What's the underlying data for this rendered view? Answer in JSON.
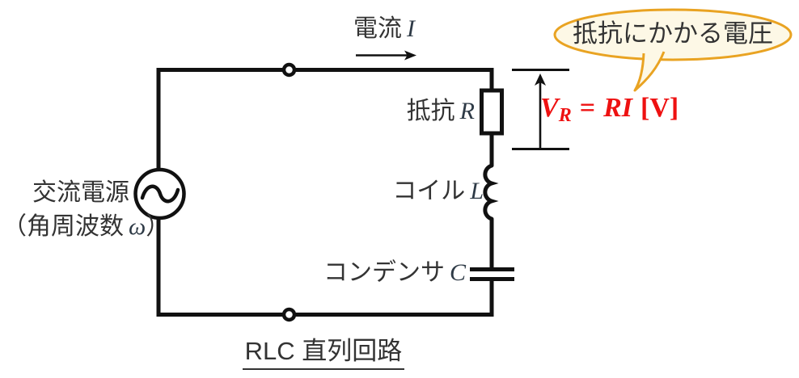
{
  "diagram": {
    "title": "RLC 直列回路",
    "current_label": {
      "text": "電流",
      "symbol": "I"
    },
    "resistor_label": {
      "text": "抵抗",
      "symbol": "R"
    },
    "inductor_label": {
      "text": "コイル",
      "symbol": "L"
    },
    "capacitor_label": {
      "text": "コンデンサ",
      "symbol": "C"
    },
    "source_label": {
      "line1": "交流電源",
      "line2_prefix": "（角周波数",
      "line2_symbol": "ω",
      "line2_suffix": "）"
    },
    "callout": {
      "text": "抵抗にかかる電圧"
    },
    "formula": {
      "var": "V",
      "var_sub": "R",
      "equals": "=",
      "rhs": "RI",
      "unit": "[V]"
    }
  },
  "colors": {
    "wire": "#111111",
    "text": "#333333",
    "formula_red": "#ee1111",
    "bubble_fill": "#fdf8e6",
    "bubble_border": "#e9a322",
    "node_fill": "#ffffff"
  }
}
